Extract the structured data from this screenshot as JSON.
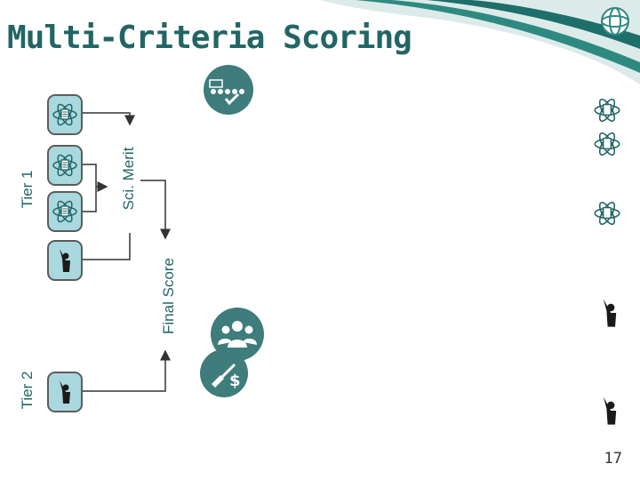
{
  "slide": {
    "title": "Multi-Criteria Scoring",
    "page_number": "17"
  },
  "labels": {
    "tier1": "Tier 1",
    "tier2": "Tier 2",
    "sci_merit": "Sci. Merit",
    "final_score": "Final Score"
  },
  "icons": {
    "science_box": "atom-document-icon",
    "person_box": "person-raising-hand-icon",
    "ranking": "ranking-checkmark-icon",
    "group": "group-people-icon",
    "funding": "shovel-dollar-icon",
    "logo": "globe-logo-icon"
  },
  "colors": {
    "teal_dark": "#236565",
    "box_fill": "#a9d9df",
    "circle_fill": "#3f7c7c"
  }
}
